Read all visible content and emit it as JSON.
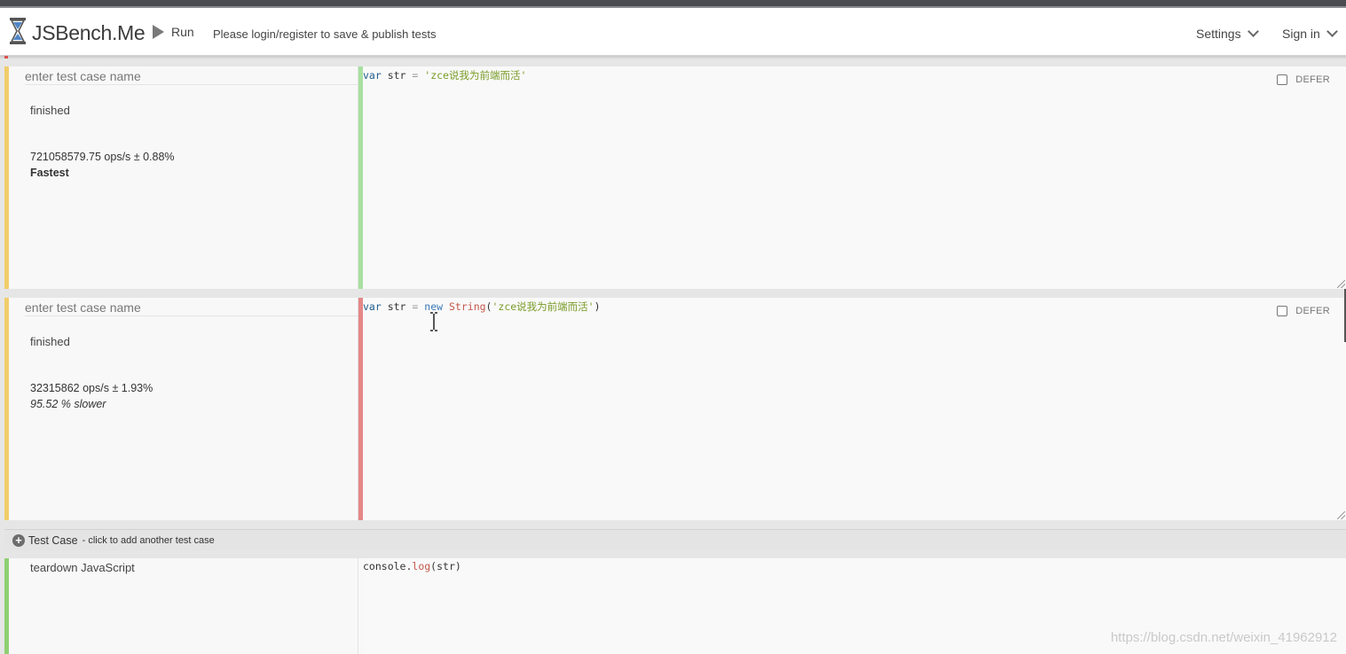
{
  "navbar": {
    "brand": "JSBench.Me",
    "run_label": "Run",
    "login_message": "Please login/register to save & publish tests",
    "settings_label": "Settings",
    "signin_label": "Sign in"
  },
  "test_cases": [
    {
      "name_placeholder": "enter test case name",
      "status": "finished",
      "ops": "721058579.75 ops/s ± 0.88%",
      "verdict": "Fastest",
      "code": "var str = 'zce说我为前端而活'",
      "code_tokens": {
        "kw": "var",
        "ident": " str ",
        "op": "=",
        "str": "'zce说我为前端而活'"
      },
      "defer_label": "DEFER",
      "bar_color": "#f0cd6a",
      "gutter_color": "#a8e0a0"
    },
    {
      "name_placeholder": "enter test case name",
      "status": "finished",
      "ops": "32315862 ops/s ± 1.93%",
      "verdict": "95.52 % slower",
      "code": "var str = new String('zce说我为前端而活')",
      "code_tokens": {
        "kw": "var",
        "ident": " str ",
        "op": "=",
        "new": "new",
        "cls": "String",
        "open": "(",
        "str": "'zce说我为前端而活'",
        "close": ")"
      },
      "defer_label": "DEFER",
      "bar_color": "#f0cd6a",
      "gutter_color": "#e58787"
    }
  ],
  "add_case": {
    "title": "Test Case",
    "hint": "- click to add another test case"
  },
  "teardown": {
    "label": "teardown JavaScript",
    "code": "console.log(str)",
    "code_tokens": {
      "obj": "console.",
      "fn": "log",
      "args": "(str)"
    },
    "bar_color": "#8fd073"
  },
  "watermark": "https://blog.csdn.net/weixin_41962912",
  "colors": {
    "topbar": "#4a4c52",
    "accent_red": "#d9534f"
  }
}
